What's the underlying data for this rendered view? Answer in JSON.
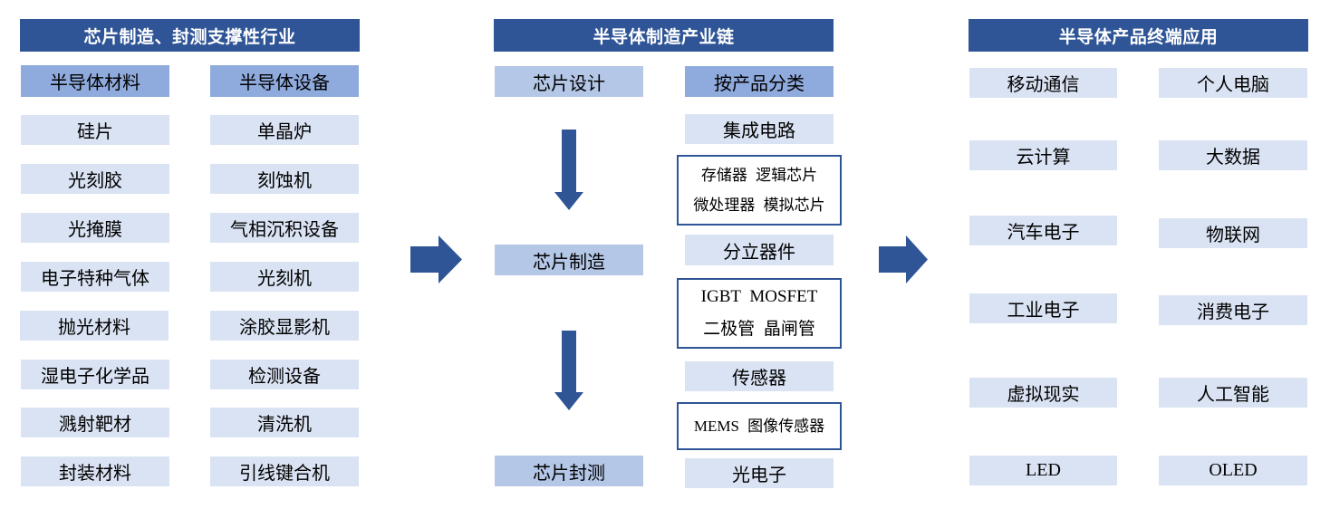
{
  "colors": {
    "header": "#2F5597",
    "subheader": "#8FAADC",
    "stage": "#B4C7E7",
    "item": "#DAE3F3",
    "arrow": "#2F5597",
    "text": "#000000",
    "header_text": "#FFFFFF"
  },
  "support": {
    "title": "芯片制造、封测支撑性行业",
    "materials": {
      "header": "半导体材料",
      "items": [
        "硅片",
        "光刻胶",
        "光掩膜",
        "电子特种气体",
        "抛光材料",
        "湿电子化学品",
        "溅射靶材",
        "封装材料"
      ]
    },
    "equipment": {
      "header": "半导体设备",
      "items": [
        "单晶炉",
        "刻蚀机",
        "气相沉积设备",
        "光刻机",
        "涂胶显影机",
        "检测设备",
        "清洗机",
        "引线键合机"
      ]
    }
  },
  "manufacturing": {
    "title": "半导体制造产业链",
    "stages": [
      "芯片设计",
      "芯片制造",
      "芯片封测"
    ],
    "category_header": "按产品分类",
    "categories": [
      {
        "label": "集成电路",
        "subtypes": [
          "存储器 逻辑芯片",
          "微处理器 模拟芯片"
        ]
      },
      {
        "label": "分立器件",
        "subtypes": [
          "IGBT MOSFET",
          "二极管 晶闸管"
        ]
      },
      {
        "label": "传感器",
        "subtypes": [
          "MEMS 图像传感器"
        ]
      },
      {
        "label": "光电子"
      }
    ]
  },
  "applications": {
    "title": "半导体产品终端应用",
    "left": [
      "移动通信",
      "云计算",
      "汽车电子",
      "工业电子",
      "虚拟现实",
      "LED"
    ],
    "right": [
      "个人电脑",
      "大数据",
      "物联网",
      "消费电子",
      "人工智能",
      "OLED"
    ]
  }
}
